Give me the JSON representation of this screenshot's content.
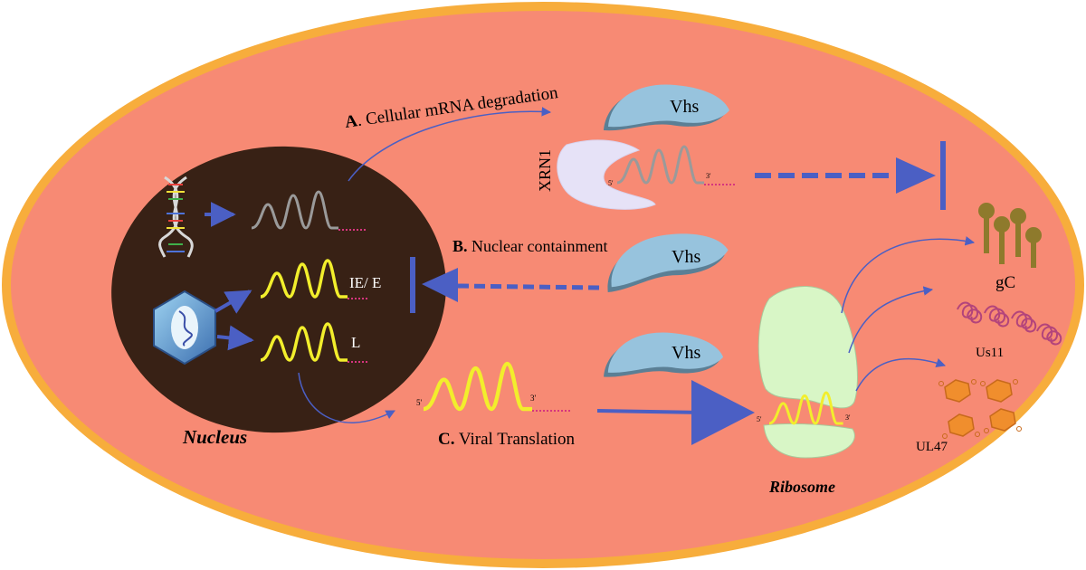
{
  "labels": {
    "nucleus": "Nucleus",
    "ribosome": "Ribosome",
    "xrn1": "XRN1",
    "vhs_a": "Vhs",
    "vhs_b": "Vhs",
    "vhs_c": "Vhs",
    "ie_e": "IE/ E",
    "late": "L",
    "gc": "gC",
    "us11": "Us11",
    "ul47": "UL47"
  },
  "pathways": {
    "a_letter": "A",
    "a_text": ". Cellular mRNA degradation",
    "b_letter": "B.",
    "b_text": " Nuclear containment",
    "c_letter": "C.",
    "c_text": " Viral Translation"
  },
  "mrna_ends": {
    "five": "5'",
    "three": "3'"
  },
  "colors": {
    "cell_membrane": "#f7ad3c",
    "cytoplasm": "#f78a74",
    "nucleus": "#382115",
    "vhs": "#97c3dd",
    "vhs_shadow": "#5b7f95",
    "xrn1": "#e6e2f7",
    "ribosome": "#d8f6c6",
    "viral_mrna": "#f2ee2c",
    "cellular_mrna": "#9a9a9a",
    "poly_a": "#d6357e",
    "arrow": "#4b5fc4",
    "gc": "#8e7a2c",
    "us11": "#b3447b",
    "ul47": "#f08e2d"
  }
}
